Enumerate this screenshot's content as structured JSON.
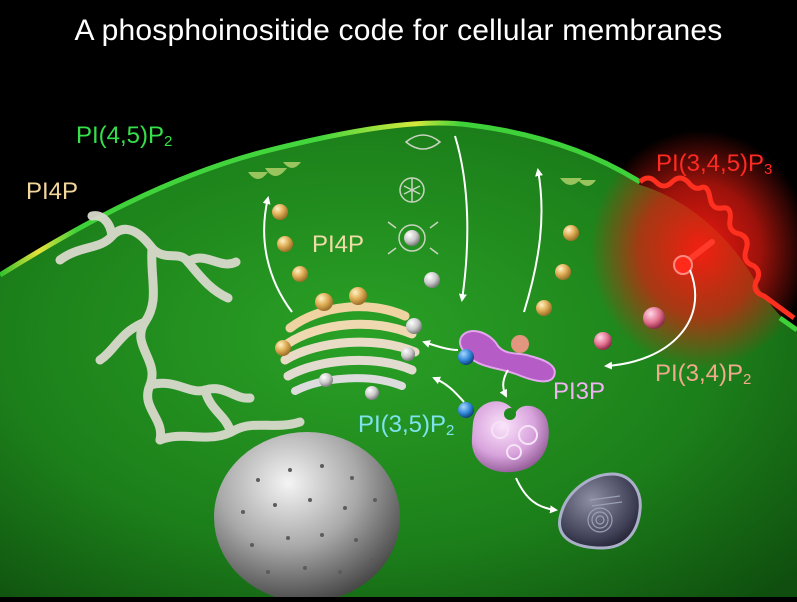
{
  "title": "A phosphoinositide code for cellular membranes",
  "labels": {
    "pi45p2": {
      "base": "PI(4,5)P",
      "sub": "2",
      "color": "#35e04a"
    },
    "pi4p_edge": {
      "text": "PI4P",
      "color": "#f3d79a"
    },
    "pi4p_golgi": {
      "text": "PI4P",
      "color": "#f0dca6"
    },
    "pi345p3": {
      "base": "PI(3,4,5)P",
      "sub": "3",
      "color": "#ff2a22"
    },
    "pi34p2": {
      "base": "PI(3,4)P",
      "sub": "2",
      "color": "#f2a98c"
    },
    "pi3p": {
      "text": "PI3P",
      "color": "#f1b3f4"
    },
    "pi35p2": {
      "base": "PI(3,5)P",
      "sub": "2",
      "color": "#7ee3ee"
    }
  },
  "colors": {
    "background": "#000000",
    "cytoplasm": "#1f8a1e",
    "membrane": "#3ccf38",
    "pi4p_vesicle": "#e2b15a",
    "pi3p_vesicle": "#e8a08a",
    "pi35p2_dot": "#2f86d8",
    "nucleus": "#bdbdbd"
  }
}
